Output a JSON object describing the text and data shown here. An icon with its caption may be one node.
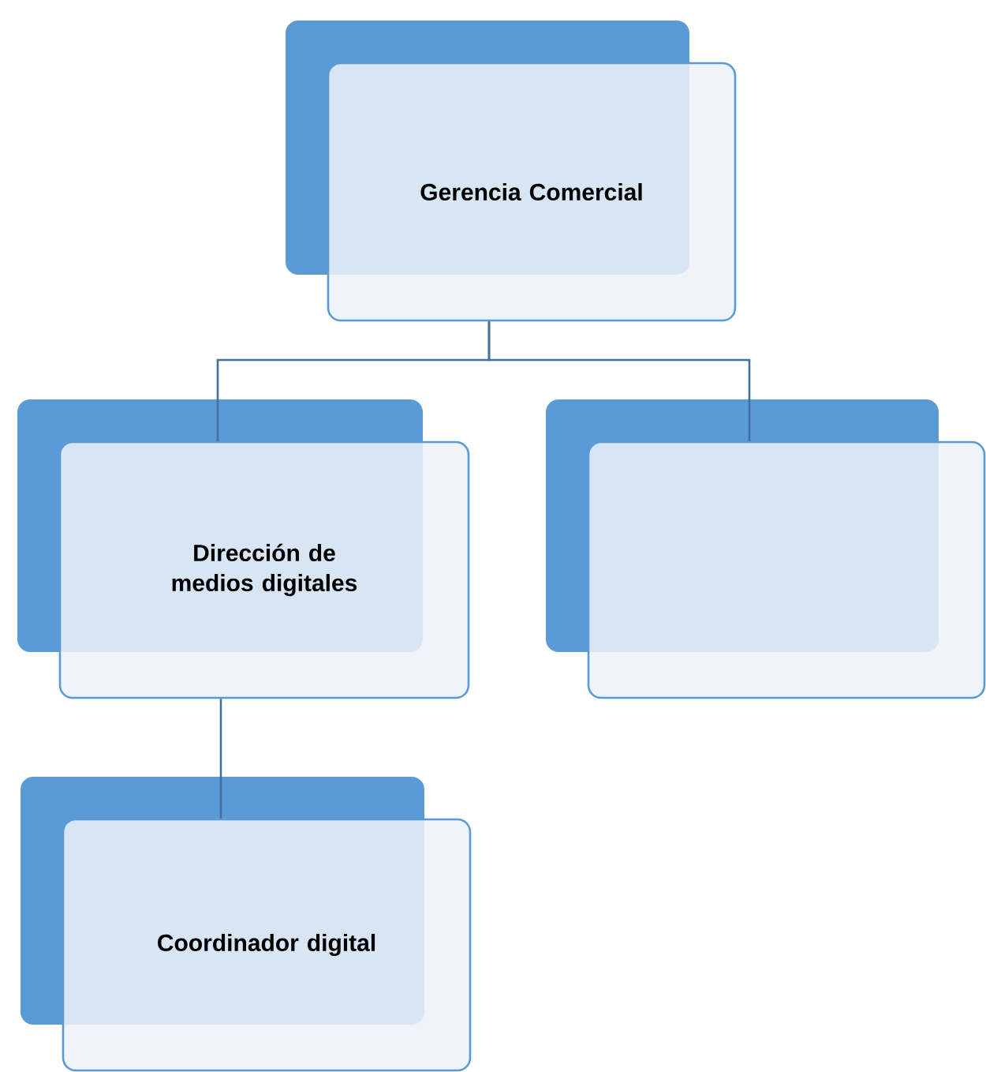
{
  "diagram": {
    "nodes": [
      {
        "text": [
          "Gerencia Comercial"
        ]
      },
      {
        "text": [
          "Dirección de medios digitales"
        ]
      },
      {
        "text": [],
        "shape": "box"
      },
      {
        "text": [
          "Coordinador digital"
        ]
      }
    ],
    "edges": [
      {
        "from": 0,
        "to": 1,
        "arrow": "none"
      },
      {
        "from": 0,
        "to": 2,
        "arrow": "none"
      },
      {
        "from": 1,
        "to": 3,
        "arrow": "none"
      }
    ]
  }
}
